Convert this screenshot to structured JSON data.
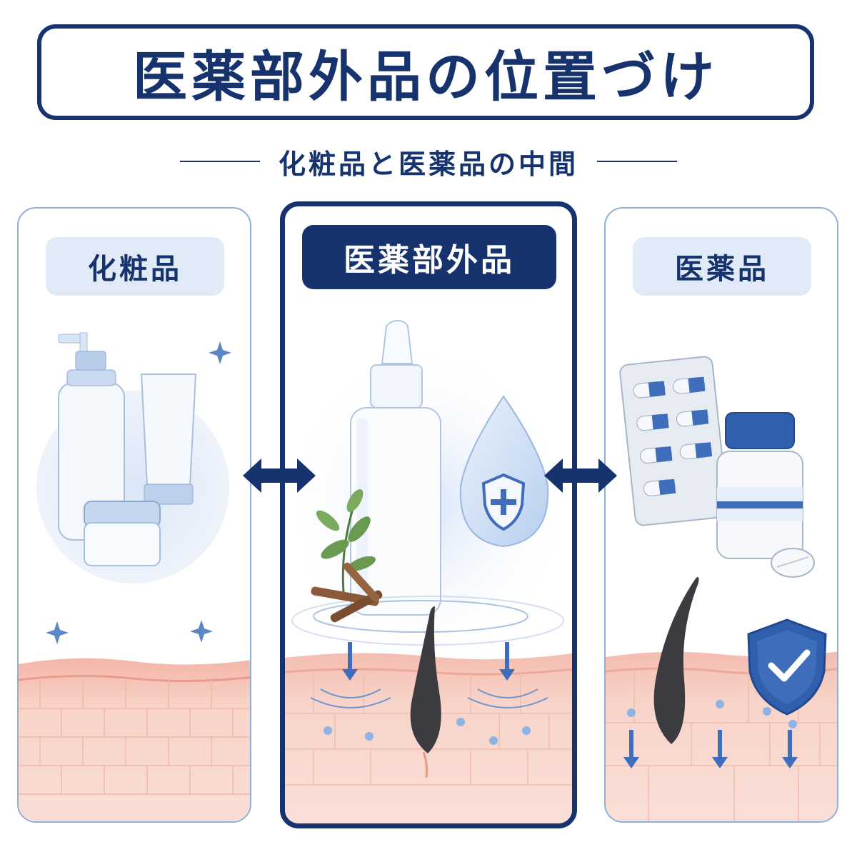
{
  "title": "医薬部外品の位置づけ",
  "subtitle": "化粧品と医薬品の中間",
  "panels": {
    "cosmetics": {
      "label": "化粧品"
    },
    "quasi_drug": {
      "label": "医薬部外品"
    },
    "medicine": {
      "label": "医薬品"
    }
  },
  "colors": {
    "navy": "#16336e",
    "light_blue": "#e1ebf8",
    "border_blue": "#8fb0d6",
    "skin_pink": "#f6cfc4"
  },
  "icons": [
    "double-arrow-icon",
    "shield-cross-icon",
    "shield-check-icon",
    "sparkle-icon",
    "down-arrow-icon"
  ]
}
